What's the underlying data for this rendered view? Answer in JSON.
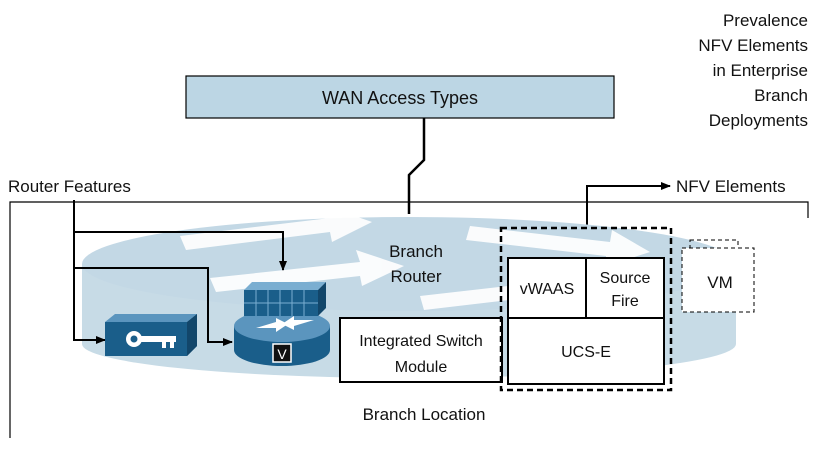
{
  "title": {
    "line1": "Prevalence",
    "line2": "NFV Elements",
    "line3": "in Enterprise",
    "line4": "Branch",
    "line5": "Deployments"
  },
  "wan": {
    "label": "WAN Access Types"
  },
  "labels": {
    "router_features": "Router Features",
    "nfv_elements": "NFV Elements",
    "branch_router_line1": "Branch",
    "branch_router_line2": "Router",
    "branch_location": "Branch Location"
  },
  "modules": {
    "vwaas": "vWAAS",
    "sourcefire_line1": "Source",
    "sourcefire_line2": "Fire",
    "ucse": "UCS-E",
    "vm": "VM",
    "switch_line1": "Integrated Switch",
    "switch_line2": "Module",
    "router_badge": "V"
  },
  "icons": {
    "key_device": "key-icon",
    "firewall": "firewall-icon",
    "router": "router-icon"
  },
  "colors": {
    "light_blue": "#c5dbe7",
    "box_blue": "#bcd6e4",
    "device_blue": "#1a5e8a",
    "line": "#000000"
  }
}
